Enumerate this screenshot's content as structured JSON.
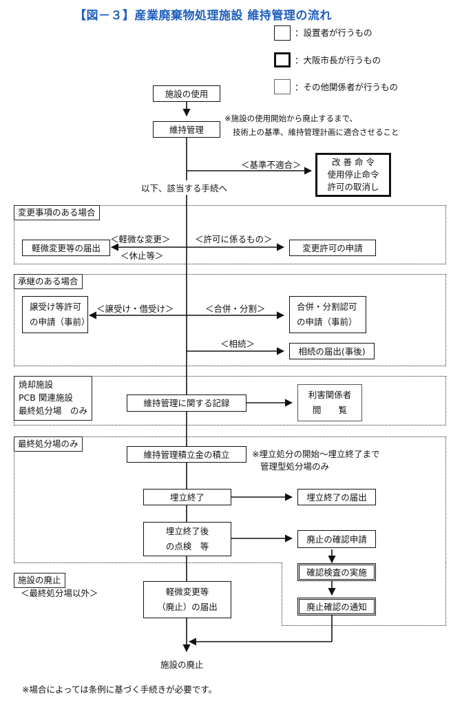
{
  "title": "【図－３】産業廃棄物処理施設 維持管理の流れ",
  "legend": [
    {
      "label": "：設置者が行うもの"
    },
    {
      "label": "：大阪市長が行うもの"
    },
    {
      "label": "：その他関係者が行うもの"
    }
  ],
  "main": {
    "use": "施設の使用",
    "maintain": "維持管理",
    "note_line1": "※施設の使用開始から廃止するまで、",
    "note_line2": "技術上の基準、維持管理計画に適合させること",
    "nonconform": "＜基準不適合＞",
    "orders": [
      "改 善 命 令",
      "使用停止命令",
      "許可の取消し"
    ],
    "below": "以下、該当する手続へ"
  },
  "section1": {
    "label": "変更事項のある場合",
    "left_box": "軽微変更等の届出",
    "arrow_top_left": "＜軽微な変更＞",
    "arrow_bottom_left": "＜休止等＞",
    "arrow_right": "＜許可に係るもの＞",
    "right_box": "変更許可の申請"
  },
  "section2": {
    "label": "承継のある場合",
    "left_box": [
      "譲受け等許可",
      "の申請（事前）"
    ],
    "arrow_left": "＜譲受け・借受け＞",
    "arrow_right": "＜合併・分割＞",
    "right_box": [
      "合併・分割認可",
      "の申請（事前）"
    ],
    "arrow_inherit": "＜相続＞",
    "inherit_box": "相続の届出(事後)"
  },
  "section3": {
    "label": [
      "焼却施設",
      "PCB 関連施設",
      "最終処分場　のみ"
    ],
    "record_box": "維持管理に関する記録",
    "inspect_box": [
      "利害関係者",
      "閲　　覧"
    ]
  },
  "section4": {
    "label": "最終処分場のみ",
    "fund_box": "維持管理積立金の積立",
    "fund_note_1": "※埋立処分の開始～埋立終了まで",
    "fund_note_2": "管理型処分場のみ",
    "fill_end_box": "埋立終了",
    "fill_end_report": "埋立終了の届出",
    "check_box": [
      "埋立終了後",
      "の点検　等"
    ],
    "closure_apply": "廃止の確認申請",
    "inspection": "確認検査の実施",
    "notice": "廃止確認の通知"
  },
  "section5": {
    "label": "施設の廃止",
    "sub": "＜最終処分場以外＞",
    "minor_box": [
      "軽微変更等",
      "（廃止）の届出"
    ]
  },
  "end": "施設の廃止",
  "footnote": "※場合によっては条例に基づく手続きが必要です。"
}
